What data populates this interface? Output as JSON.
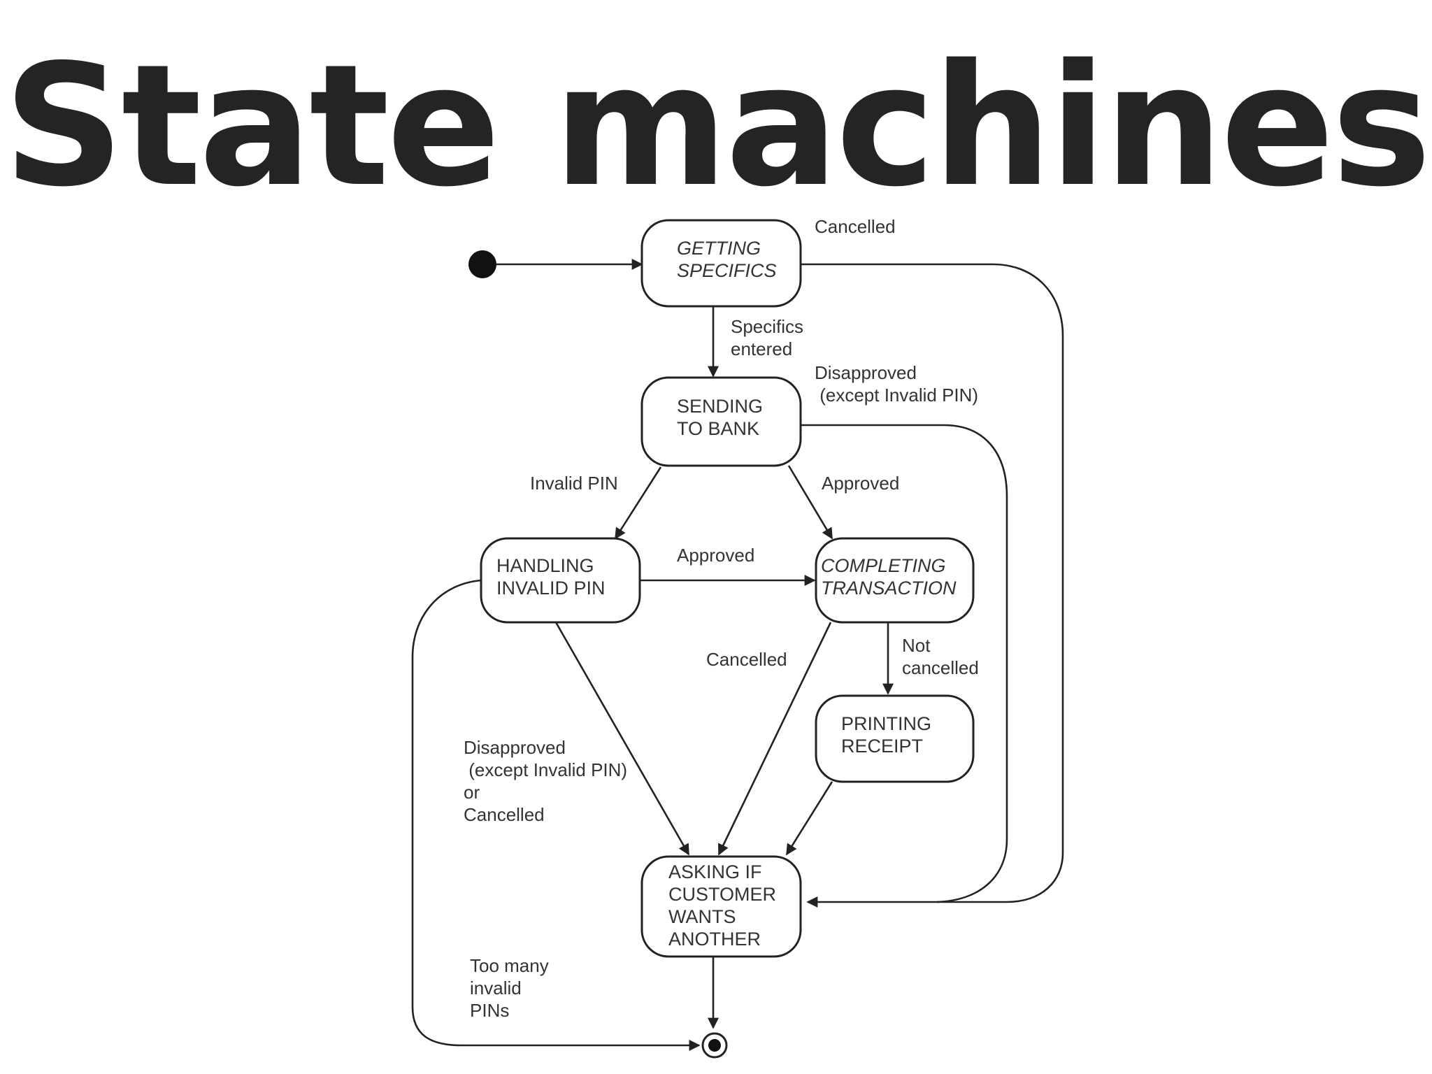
{
  "title": "State machines",
  "states": {
    "getting_specifics": [
      "GETTING",
      "SPECIFICS"
    ],
    "sending_to_bank": [
      "SENDING",
      "TO BANK"
    ],
    "handling_invalid_pin": [
      "HANDLING",
      "INVALID  PIN"
    ],
    "completing_transaction": [
      "COMPLETING",
      "TRANSACTION"
    ],
    "printing_receipt": [
      "PRINTING",
      "RECEIPT"
    ],
    "asking_if_customer": [
      "ASKING IF",
      "CUSTOMER",
      "WANTS",
      "ANOTHER"
    ]
  },
  "transitions": {
    "cancelled_top": [
      "Cancelled"
    ],
    "specifics_entered": [
      "Specifics",
      "entered"
    ],
    "disapproved_top": [
      "Disapproved",
      " (except Invalid PIN)"
    ],
    "invalid_pin": [
      "Invalid PIN"
    ],
    "approved_right": [
      "Approved"
    ],
    "approved_middle": [
      "Approved"
    ],
    "cancelled_middle": [
      "Cancelled"
    ],
    "not_cancelled": [
      "Not",
      "cancelled"
    ],
    "disapproved_left": [
      "Disapproved",
      " (except Invalid PIN)",
      "or",
      "Cancelled"
    ],
    "too_many": [
      "Too many",
      "invalid",
      "PINs"
    ]
  }
}
